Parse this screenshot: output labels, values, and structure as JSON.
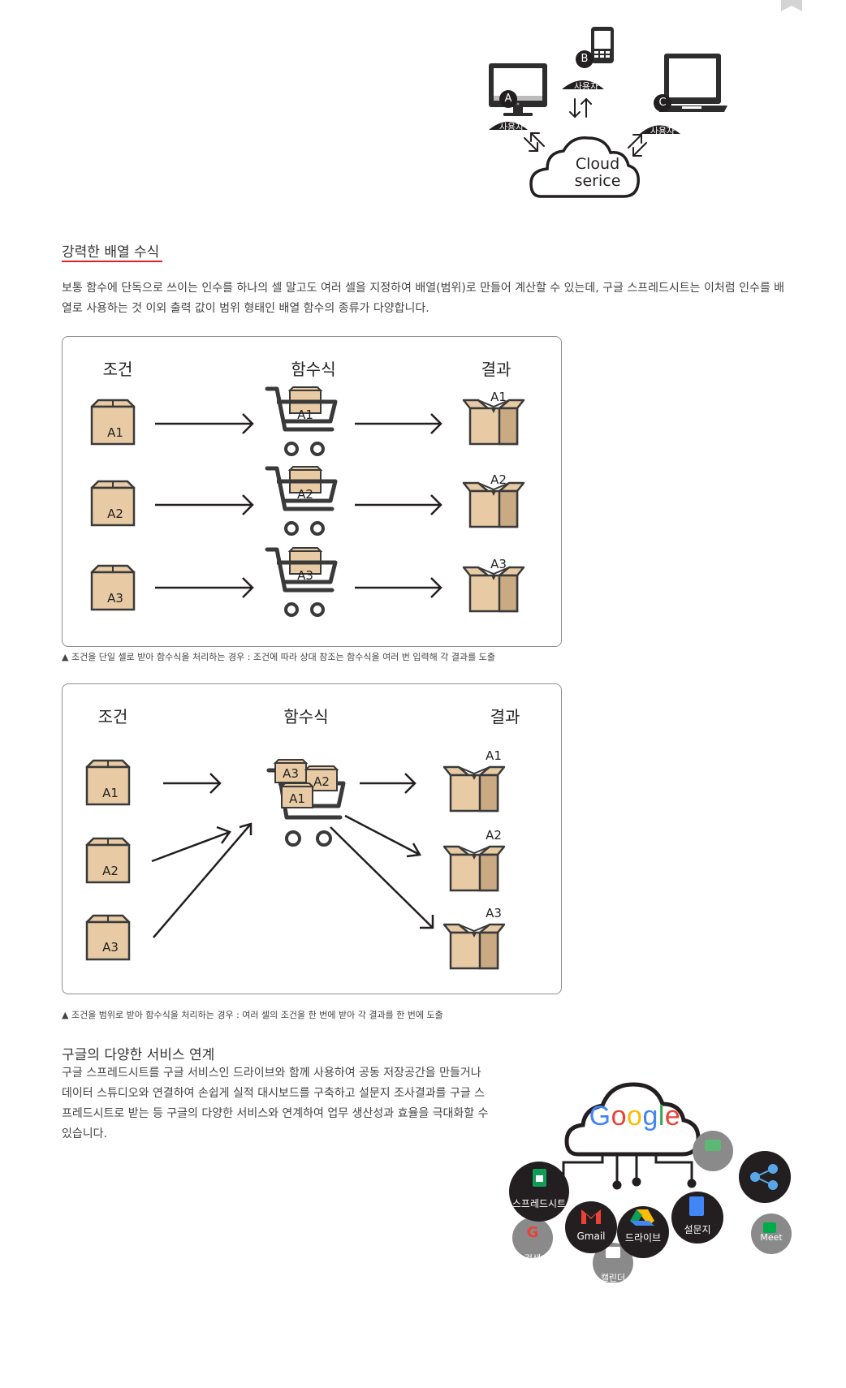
{
  "cloud_figure": {
    "cloud_line1": "Cloud",
    "cloud_line2": "serice",
    "users": [
      {
        "letter": "A",
        "label": "사용자"
      },
      {
        "letter": "B",
        "label": "사용자"
      },
      {
        "letter": "C",
        "label": "사용자"
      }
    ]
  },
  "section1": {
    "title": "강력한 배열 수식",
    "paragraph": "보통 함수에 단독으로 쓰이는 인수를 하나의 셀 말고도 여러 셀을 지정하여 배열(범위)로 만들어 계산할 수 있는데, 구글 스프레드시트는 이처럼 인수를 배열로 사용하는 것 이외 출력 값이 범위 형태인 배열 함수의 종류가 다양합니다."
  },
  "diagram1": {
    "headers": {
      "condition": "조건",
      "formula": "함수식",
      "result": "결과"
    },
    "rows": [
      {
        "input": "A1",
        "cart": "A1",
        "output": "A1"
      },
      {
        "input": "A2",
        "cart": "A2",
        "output": "A2"
      },
      {
        "input": "A3",
        "cart": "A3",
        "output": "A3"
      }
    ],
    "caption": "▲ 조건을 단일 셀로 받아 함수식을 처리하는 경우 : 조건에 따라 상대 참조는 함수식을 여러 번 입력해 각 결과를 도출"
  },
  "diagram2": {
    "headers": {
      "condition": "조건",
      "formula": "함수식",
      "result": "결과"
    },
    "inputs": [
      "A1",
      "A2",
      "A3"
    ],
    "cart_boxes": [
      "A3",
      "A2",
      "A1"
    ],
    "outputs": [
      "A1",
      "A2",
      "A3"
    ],
    "caption": "▲ 조건을 범위로 받아 함수식을 처리하는 경우 : 여러 셀의 조건을 한 번에 받아 각 결과를 한 번에 도출"
  },
  "section2": {
    "title": "구글의 다양한 서비스 연계",
    "paragraph": "구글 스프레드시트를 구글 서비스인 드라이브와 함께 사용하여 공동 저장공간을 만들거나 데이터 스튜디오와 연결하여 손쉽게 실적 대시보드를 구축하고 설문지 조사결과를 구글 스프레드시트로 받는 등 구글의 다양한 서비스와 연계하여 업무 생산성과 효율을 극대화할 수 있습니다."
  },
  "google_figure": {
    "brand": "Google",
    "services": {
      "sheets": "스프레드시트",
      "gmail": "Gmail",
      "drive": "드라이브",
      "forms": "설문지",
      "chat": "채팅",
      "search": "검색",
      "calendar": "캘린더",
      "meet": "Meet"
    }
  },
  "colors": {
    "accent_red": "#d8232a",
    "box_fill": "#e8cba4",
    "box_side": "#c9aa82",
    "dark": "#231f20",
    "gray_circle": "#8a8a8a"
  }
}
